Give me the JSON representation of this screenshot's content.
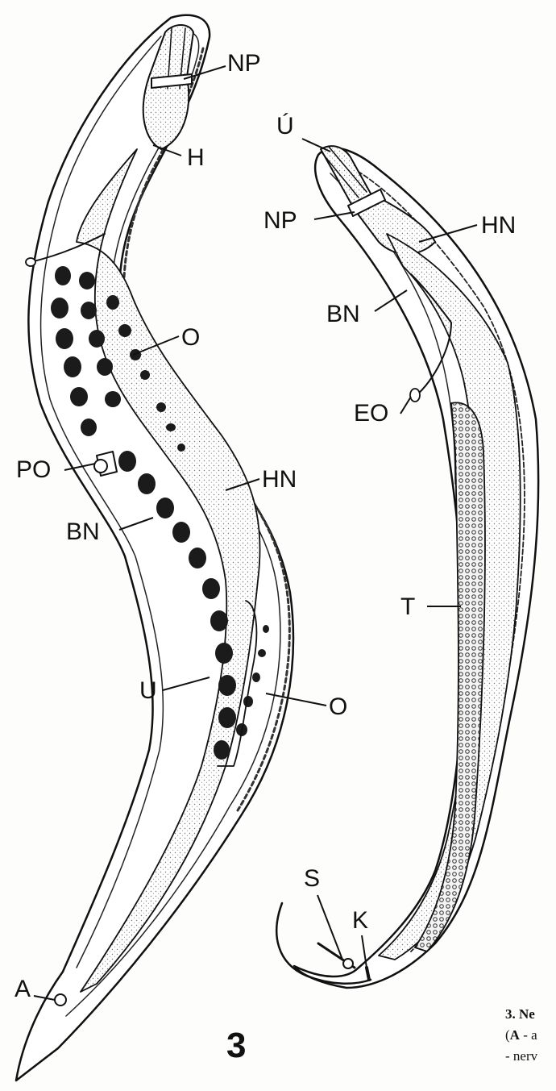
{
  "figure_number": "3",
  "female_labels": {
    "np": "NP",
    "h": "H",
    "o1": "O",
    "po": "PO",
    "hn": "HN",
    "bn": "BN",
    "u": "U",
    "o2": "O",
    "a": "A"
  },
  "male_labels": {
    "u_mouth": "Ú",
    "np": "NP",
    "hn": "HN",
    "bn": "BN",
    "eo": "EO",
    "t": "T",
    "s": "S",
    "k": "K"
  },
  "caption": {
    "line1_bold": "3. Ne",
    "line2_paren": "(",
    "line2_bold": "A",
    "line2_rest": " - a",
    "line3": "- nerv"
  }
}
